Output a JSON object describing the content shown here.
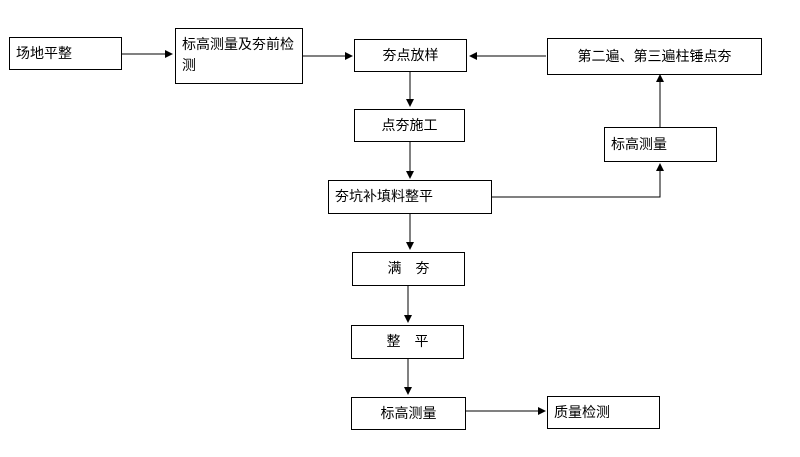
{
  "flowchart": {
    "nodes": {
      "site_leveling": "场地平整",
      "pre_tamp_survey": "标高测量及夯前检测",
      "tamp_point_layout": "夯点放样",
      "repeat_tamping": "第二遍、第三遍柱锤点夯",
      "point_tamping": "点夯施工",
      "elevation_survey_mid": "标高测量",
      "pit_backfill_level": "夯坑补填料整平",
      "full_tamping": "满　夯",
      "leveling": "整　平",
      "elevation_survey_final": "标高测量",
      "quality_inspection": "质量检测"
    }
  }
}
